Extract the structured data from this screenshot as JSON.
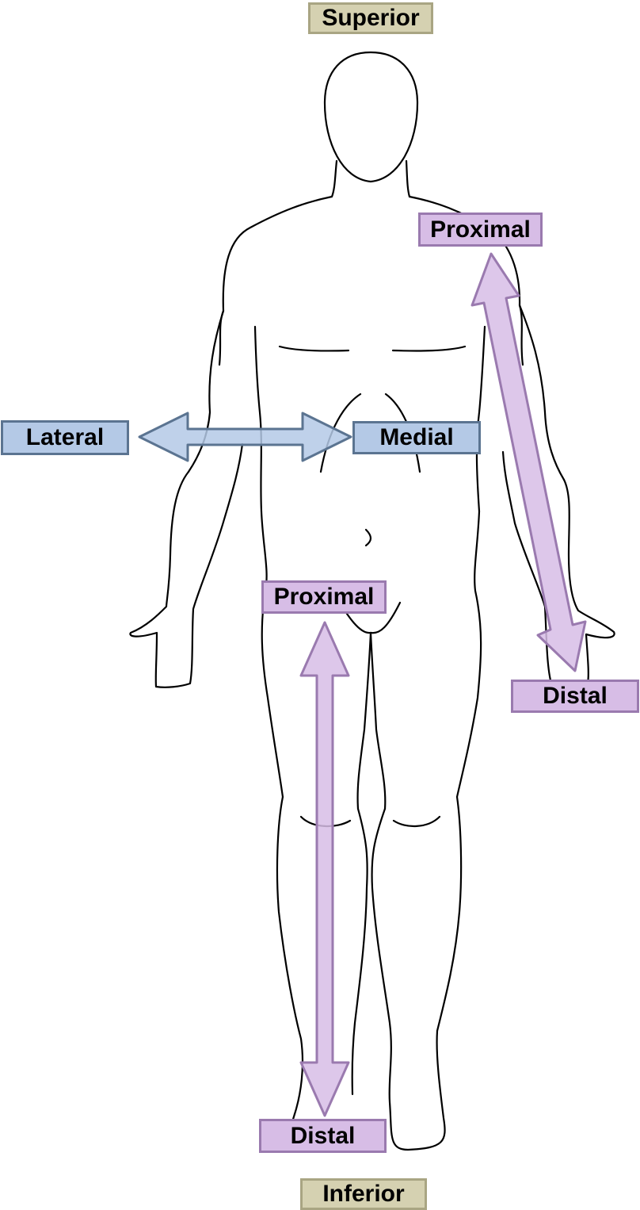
{
  "labels": {
    "superior": "Superior",
    "inferior": "Inferior",
    "lateral": "Lateral",
    "medial": "Medial",
    "proximal_arm": "Proximal",
    "distal_arm": "Distal",
    "proximal_leg": "Proximal",
    "distal_leg": "Distal"
  },
  "colors": {
    "tan_fill": "#d5d1b1",
    "blue_fill": "#b4c9e6",
    "blue_stroke": "#5b7491",
    "purple_fill": "#d7bde6",
    "purple_stroke": "#9a7aaf",
    "outline": "#000000"
  }
}
